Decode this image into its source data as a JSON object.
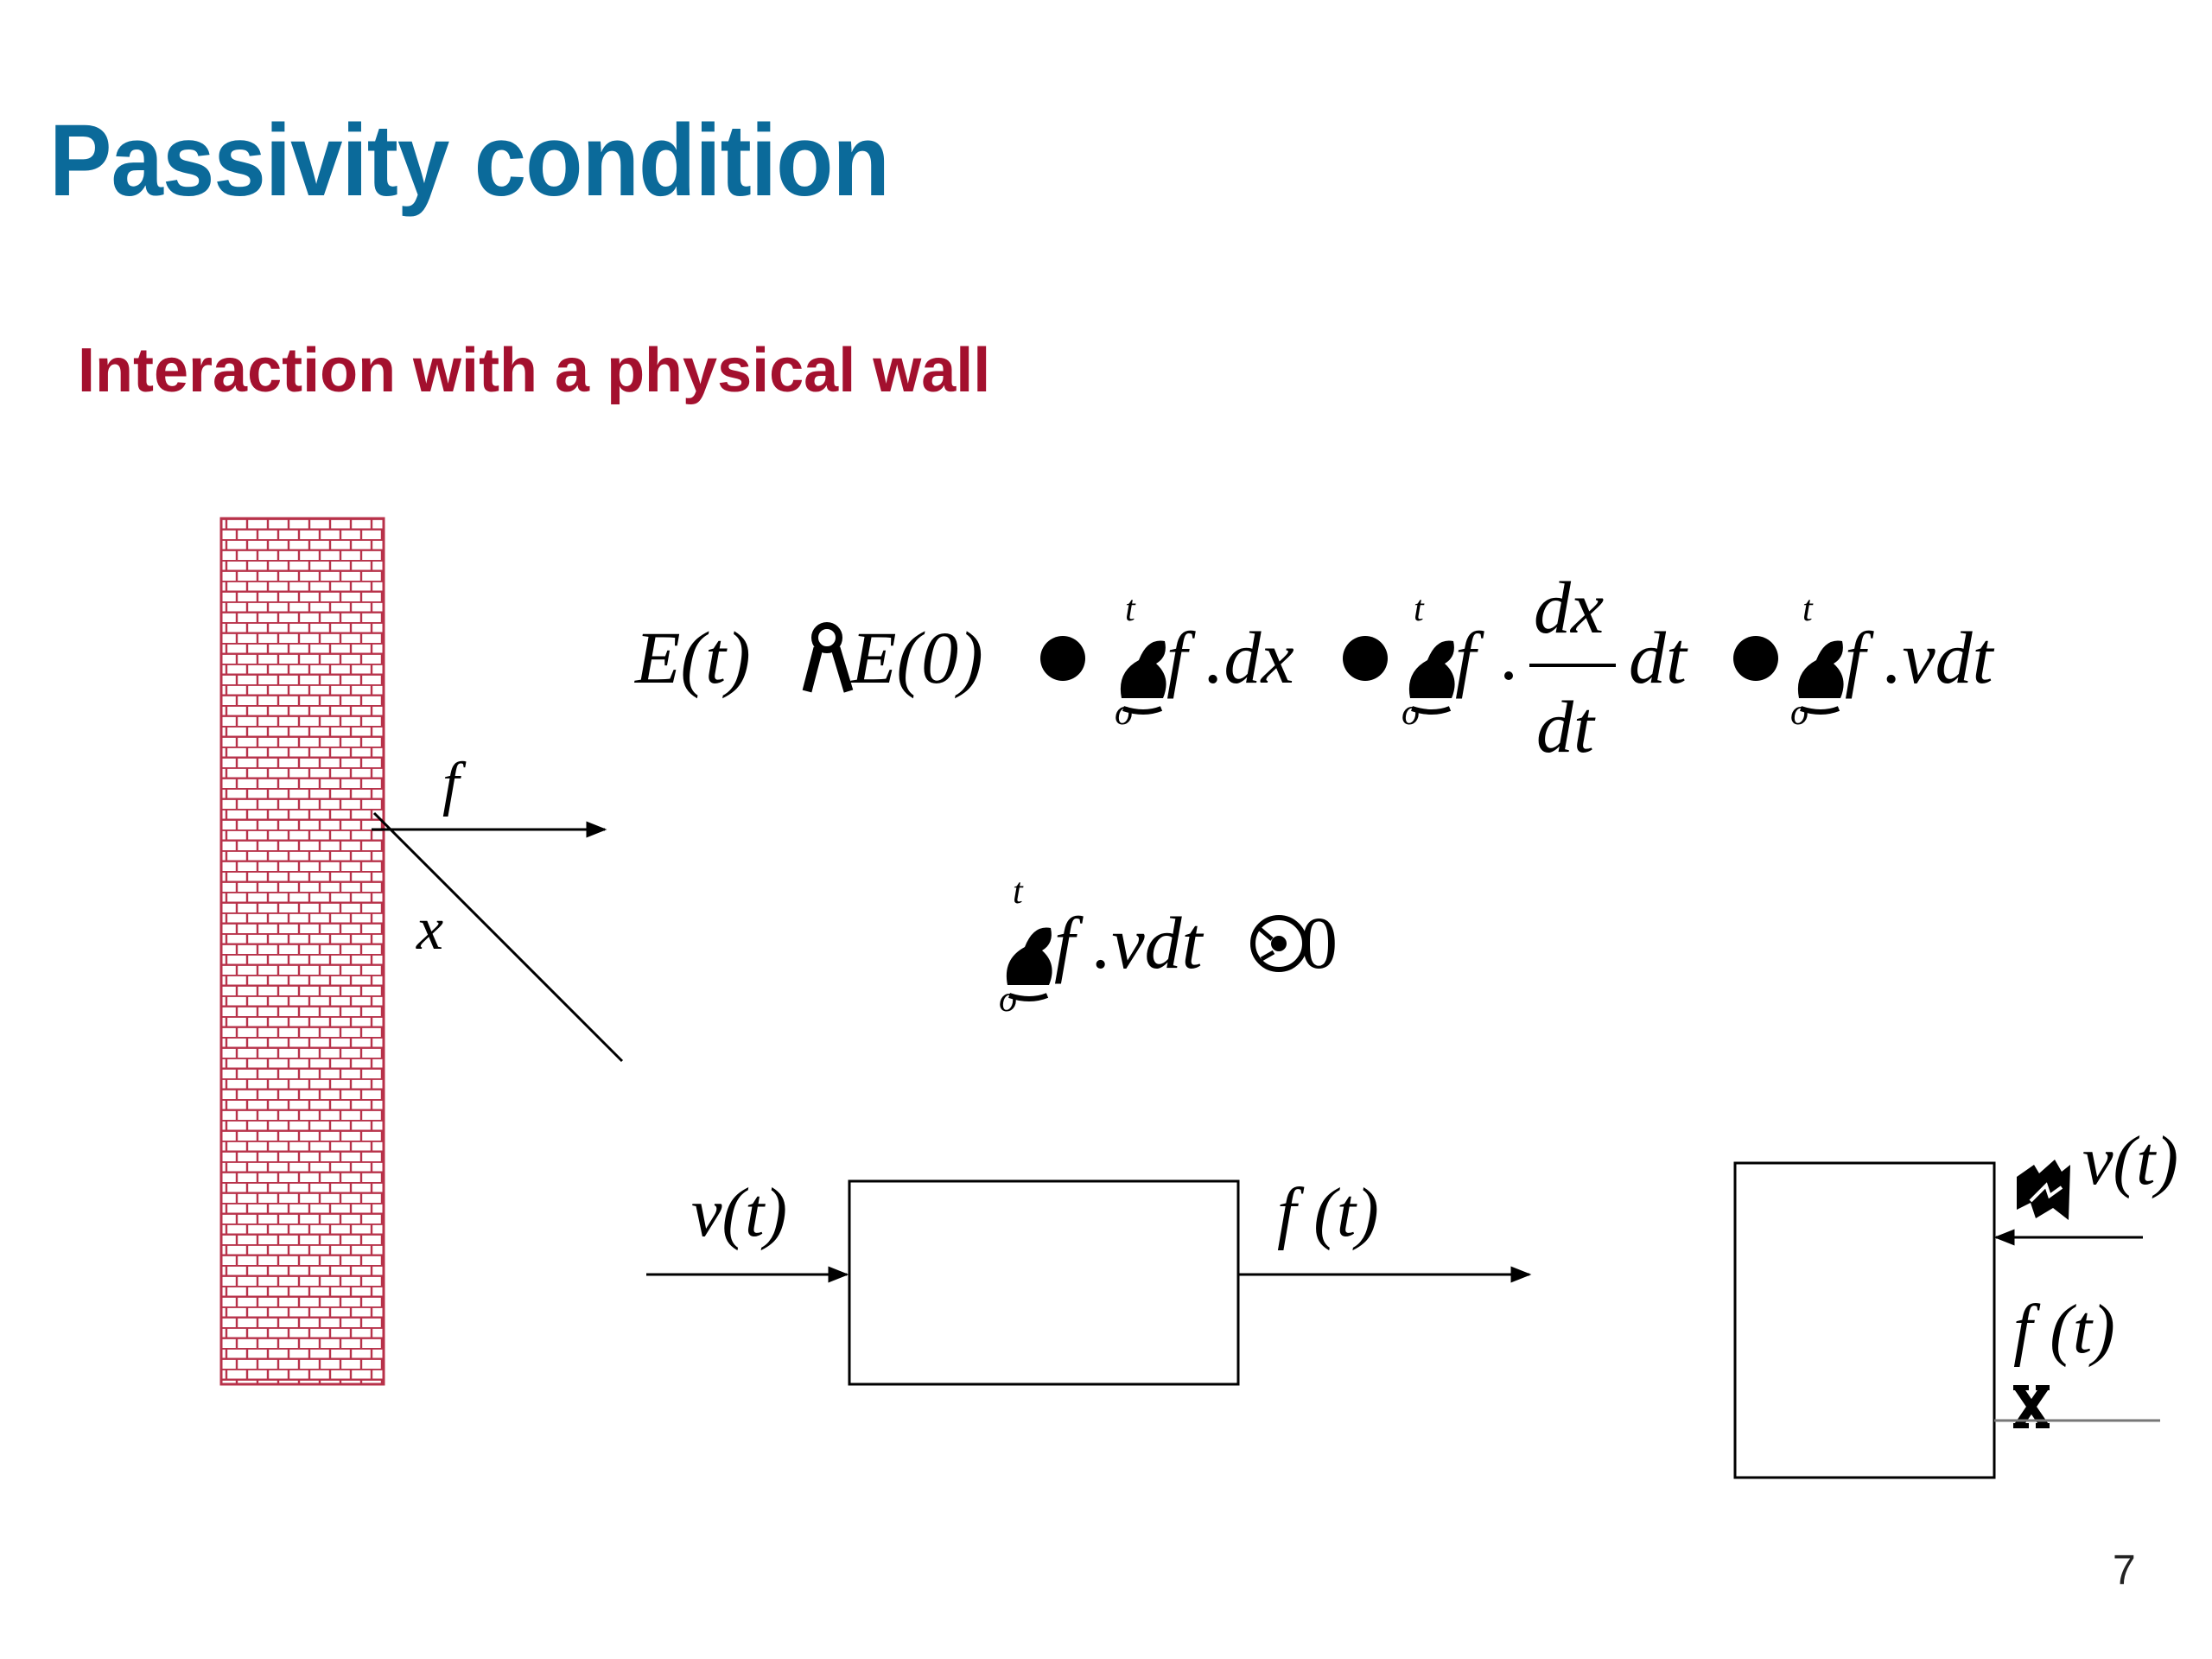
{
  "slide": {
    "title": "Passivity condition",
    "subtitle": "Interaction with a physical wall",
    "page_number": "7"
  },
  "diagram": {
    "force_label": "f",
    "displacement_label": "x",
    "colors": {
      "wall": "#b8324a",
      "beam": "#1010e0",
      "beam_outline": "#000000",
      "title": "#0b6a9a",
      "subtitle": "#a3102e"
    }
  },
  "equations": {
    "energy": {
      "lhs": "E(t)",
      "e0": "E(0)",
      "term1": ".dx",
      "term2_num": "dx",
      "term2_den": "dt",
      "term2_tail": "dt",
      "term3": ".vdt",
      "f": "f",
      "upper_limit": "t",
      "lower_limit": "o"
    },
    "passivity": {
      "upper_limit": "t",
      "lower_limit": "o",
      "f": "f",
      "body": ".vdt",
      "rhs": "0"
    }
  },
  "block_diagrams": {
    "left": {
      "input_label": "v(t)",
      "output_label": "f (t)"
    },
    "right": {
      "input_label": "v(t)",
      "output_label": "f (t)"
    }
  }
}
